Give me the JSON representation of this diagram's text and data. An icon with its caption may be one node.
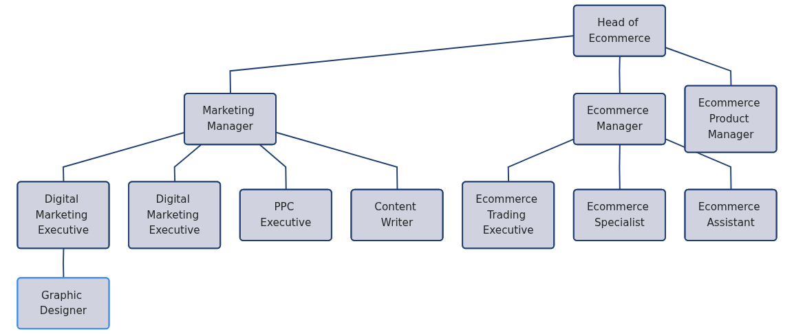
{
  "diagram": {
    "nodes": [
      {
        "text": [
          "Head of Ecommerce"
        ]
      },
      {
        "text": [
          "Marketing Manager"
        ]
      },
      {
        "text": [
          "Ecommerce Manager"
        ]
      },
      {
        "text": [
          "Ecommerce Product Manager"
        ]
      },
      {
        "text": [
          "Digital Marketing Executive"
        ]
      },
      {
        "text": [
          "Digital Marketing Executive"
        ]
      },
      {
        "text": [
          "PPC Executive"
        ]
      },
      {
        "text": [
          "Content Writer"
        ]
      },
      {
        "text": [
          "Ecommerce Trading Executive"
        ]
      },
      {
        "text": [
          "Ecommerce Specialist"
        ]
      },
      {
        "text": [
          "Ecommerce Assistant"
        ]
      },
      {
        "text": [
          "Graphic Designer"
        ]
      }
    ],
    "edges": [
      {
        "from": 0,
        "to": 1,
        "arrow": "none"
      },
      {
        "from": 0,
        "to": 2,
        "arrow": "none"
      },
      {
        "from": 0,
        "to": 3,
        "arrow": "none"
      },
      {
        "from": 1,
        "to": 4,
        "arrow": "none"
      },
      {
        "from": 1,
        "to": 5,
        "arrow": "none"
      },
      {
        "from": 1,
        "to": 6,
        "arrow": "none"
      },
      {
        "from": 1,
        "to": 7,
        "arrow": "none"
      },
      {
        "from": 2,
        "to": 8,
        "arrow": "none"
      },
      {
        "from": 2,
        "to": 9,
        "arrow": "none"
      },
      {
        "from": 2,
        "to": 10,
        "arrow": "none"
      },
      {
        "from": 4,
        "to": 11,
        "arrow": "none"
      }
    ]
  }
}
